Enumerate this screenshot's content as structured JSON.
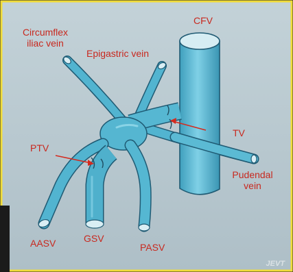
{
  "diagram": {
    "labels": {
      "cfv": "CFV",
      "circumflex_iliac_vein": "Circumflex\niliac vein",
      "epigastric_vein": "Epigastric vein",
      "ptv": "PTV",
      "tv": "TV",
      "pudendal_vein": "Pudendal\nvein",
      "aasv": "AASV",
      "gsv": "GSV",
      "pasv": "PASV"
    },
    "watermark": "JEVT"
  },
  "colors": {
    "vein_fill": "#4fb2cf",
    "vein_light": "#8ad7ea",
    "vein_outline": "#1f5a73",
    "background": "#b7c8cf",
    "frame_border": "#f0dc3a",
    "label": "#c8281e",
    "arrow": "#d42a1e"
  }
}
